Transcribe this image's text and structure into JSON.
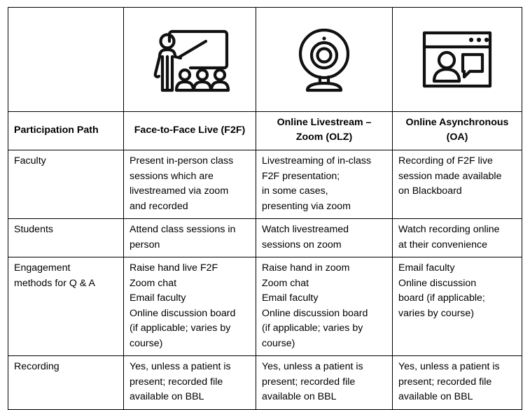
{
  "table": {
    "icons": [
      {
        "name": "",
        "icon": ""
      },
      {
        "name": "classroom-teacher-icon",
        "icon": "teacher-at-whiteboard-with-students"
      },
      {
        "name": "webcam-icon",
        "icon": "webcam-on-stand"
      },
      {
        "name": "online-window-chat-icon",
        "icon": "browser-window-with-person-and-speech-bubble"
      }
    ],
    "headers": [
      "Participation Path",
      "Face-to-Face Live (F2F)",
      "Online Livestream – Zoom (OLZ)",
      "Online Asynchronous (OA)"
    ],
    "header_lines": {
      "col0": [
        "Participation Path"
      ],
      "col1": [
        "Face-to-Face Live (F2F)"
      ],
      "col2": [
        "Online Livestream –",
        "Zoom (OLZ)"
      ],
      "col3": [
        "Online Asynchronous",
        "(OA)"
      ]
    },
    "rows": [
      {
        "label": "Faculty",
        "cells": {
          "f2f": [
            "Present in-person class",
            "sessions which are",
            "livestreamed via zoom",
            "and recorded"
          ],
          "olz": [
            "Livestreaming of in-class",
            "F2F presentation;",
            "in some cases,",
            "presenting via zoom"
          ],
          "oa": [
            "Recording of F2F live",
            "session made available",
            "on Blackboard"
          ]
        }
      },
      {
        "label": "Students",
        "cells": {
          "f2f": [
            "Attend class sessions in",
            "person"
          ],
          "olz": [
            "Watch livestreamed",
            "sessions on zoom"
          ],
          "oa": [
            "Watch recording online",
            "at their convenience"
          ]
        }
      },
      {
        "label": "Engagement methods for Q & A",
        "label_lines": [
          "Engagement",
          "methods for Q & A"
        ],
        "cells": {
          "f2f": [
            "Raise hand live F2F",
            "Zoom chat",
            "Email faculty",
            "Online discussion board",
            "(if applicable; varies by",
            "course)"
          ],
          "olz": [
            "Raise hand in zoom",
            "Zoom chat",
            "Email faculty",
            "Online discussion board",
            "(if applicable; varies by",
            "course)"
          ],
          "oa": [
            "Email faculty",
            "Online discussion",
            "board (if applicable;",
            "varies by course)"
          ]
        }
      },
      {
        "label": "Recording",
        "cells": {
          "f2f": [
            "Yes, unless a patient is",
            "present; recorded file",
            "available on BBL"
          ],
          "olz": [
            "Yes, unless a patient is",
            "present; recorded file",
            "available on BBL"
          ],
          "oa": [
            "Yes, unless a patient is",
            "present; recorded file",
            "available on BBL"
          ]
        }
      }
    ]
  },
  "colors": {
    "border": "#000000",
    "text": "#000000",
    "background": "#ffffff"
  }
}
